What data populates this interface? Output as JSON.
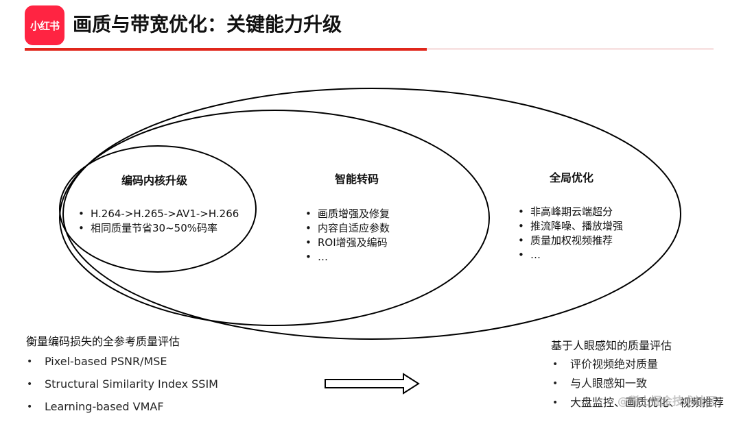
{
  "logo": {
    "text": "小红书",
    "color": "#ff2442"
  },
  "title": "画质与带宽优化：关键能力升级",
  "colors": {
    "accent_red": "#e0261b"
  },
  "ellipses": [
    {
      "heading": "编码内核升级",
      "items": [
        "H.264->H.265->AV1->H.266",
        "相同质量节省30~50%码率"
      ]
    },
    {
      "heading": "智能转码",
      "items": [
        "画质增强及修复",
        "内容自适应参数",
        "ROI增强及编码",
        "…"
      ]
    },
    {
      "heading": "全局优化",
      "items": [
        "非高峰期云端超分",
        "推流降噪、播放增强",
        "质量加权视频推荐",
        "…"
      ]
    }
  ],
  "left_block": {
    "title": "衡量编码损失的全参考质量评估",
    "items": [
      "Pixel-based PSNR/MSE",
      "Structural Similarity Index SSIM",
      "Learning-based VMAF"
    ]
  },
  "arrow_icon": "right-arrow-icon",
  "right_block": {
    "title": "基于人眼感知的质量评估",
    "items": [
      "评价视频绝对质量",
      "与人眼感知一致",
      "大盘监控、画质优化、视频推荐"
    ]
  },
  "watermark": "@稀土掘金技术社区"
}
